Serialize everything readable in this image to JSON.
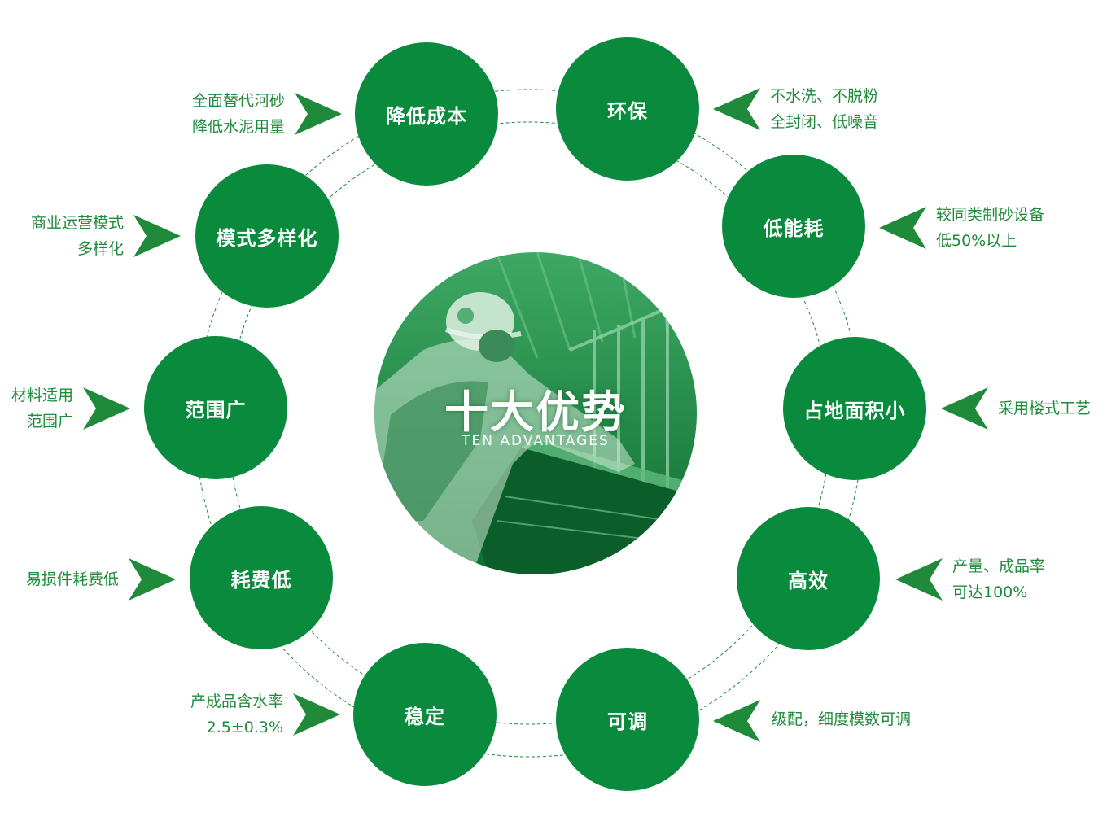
{
  "center": {
    "title": "十大优势",
    "subtitle": "TEN ADVANTAGES"
  },
  "colors": {
    "node": "#0a8a3c",
    "text": "#1f8a3a",
    "ring": "#1f8a3a"
  },
  "advantages": [
    {
      "label": "降低成本",
      "lines": [
        "全面替代河砂",
        "降低水泥用量"
      ]
    },
    {
      "label": "环保",
      "lines": [
        "不水洗、不脱粉",
        "全封闭、低噪音"
      ]
    },
    {
      "label": "低能耗",
      "lines": [
        "较同类制砂设备",
        "低50%以上"
      ]
    },
    {
      "label": "占地面积小",
      "lines": [
        "采用楼式工艺"
      ]
    },
    {
      "label": "高效",
      "lines": [
        "产量、成品率",
        "可达100%"
      ]
    },
    {
      "label": "可调",
      "lines": [
        "级配，细度模数可调"
      ]
    },
    {
      "label": "稳定",
      "lines": [
        "产成品含水率",
        "2.5±0.3%"
      ]
    },
    {
      "label": "耗费低",
      "lines": [
        "易损件耗费低"
      ]
    },
    {
      "label": "范围广",
      "lines": [
        "材料适用",
        "范围广"
      ]
    },
    {
      "label": "模式多样化",
      "lines": [
        "商业运营模式",
        "多样化"
      ]
    }
  ]
}
